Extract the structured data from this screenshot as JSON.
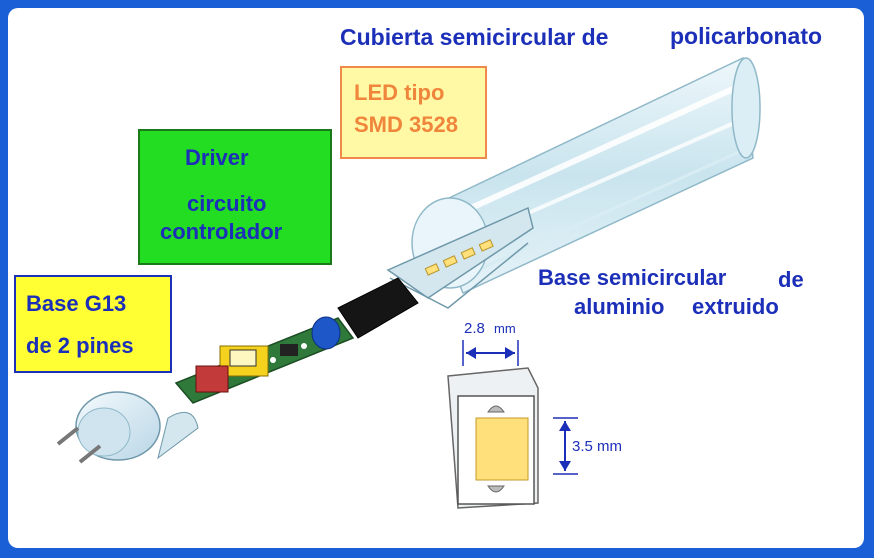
{
  "labels": {
    "cover": "Cubierta semicircular de",
    "cover2": "policarbonato",
    "led_line1": "LED tipo",
    "led_line2": "SMD 3528",
    "driver_line1": "Driver",
    "driver_line2": "circuito",
    "driver_line3": "controlador",
    "base_g13_line1": "Base G13",
    "base_g13_line2": "de 2 pines",
    "alu_line1": "Base semicircular",
    "alu_de": "de",
    "alu_line2a": "aluminio",
    "alu_line2b": "extruido",
    "dim_width": "2.8",
    "dim_width_unit": "mm",
    "dim_height": "3.5 mm"
  },
  "colors": {
    "frame_border": "#1a5fd6",
    "label_text": "#1c2fb8",
    "led_box_bg": "#fff9a6",
    "led_box_border": "#f08a4b",
    "led_text": "#f0853c",
    "driver_bg": "#22dd22",
    "driver_border": "#1a7a1a",
    "base_bg": "#ffff33",
    "base_border": "#1c2fb8",
    "led_chip": "#ffe07a",
    "pcb": "#2f7a3a"
  }
}
